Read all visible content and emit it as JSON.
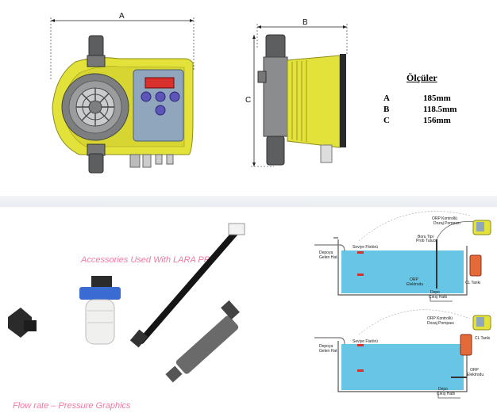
{
  "dimensions": {
    "label_a": "A",
    "label_b": "B",
    "label_c": "C",
    "title": "Ölçüler",
    "rows": [
      {
        "key": "A",
        "value": "185mm"
      },
      {
        "key": "B",
        "value": "118.5mm"
      },
      {
        "key": "C",
        "value": "156mm"
      }
    ]
  },
  "captions": {
    "accessories": "Accessories Used With LARA PR",
    "flow_rate": "Flow rate – Pressure Graphics"
  },
  "diagram_top": {
    "pump_label_1": "ORP Kontrollü",
    "pump_label_2": "Dozaj Pompası",
    "level_label": "Seviye Flotörü",
    "inlet_1": "Depoya",
    "inlet_2": "Gelen Hat",
    "probe_1": "Boru Tipi",
    "probe_2": "Prob Tutucu",
    "orp_1": "ORP",
    "orp_2": "Elektrodu",
    "tank_label": "CL Tankı",
    "outlet_1": "Depo",
    "outlet_2": "Çıkış Hattı"
  },
  "diagram_bottom": {
    "pump_label_1": "ORP Kontrollü",
    "pump_label_2": "Dozaj Pompası",
    "level_label": "Seviye Flatörü",
    "inlet_1": "Depoya",
    "inlet_2": "Gelen Hat",
    "tank_label": "CL Tankı",
    "orp_1": "ORP",
    "orp_2": "Elektrodu",
    "outlet_1": "Depo",
    "outlet_2": "Çıkış Hattı"
  },
  "colors": {
    "pump_yellow": "#e3e23a",
    "pump_grey": "#6e7072",
    "panel_blue": "#8fa6bd",
    "display_red": "#d8302c",
    "water_blue": "#67c6e6",
    "caption_pink": "#f07aa3"
  }
}
